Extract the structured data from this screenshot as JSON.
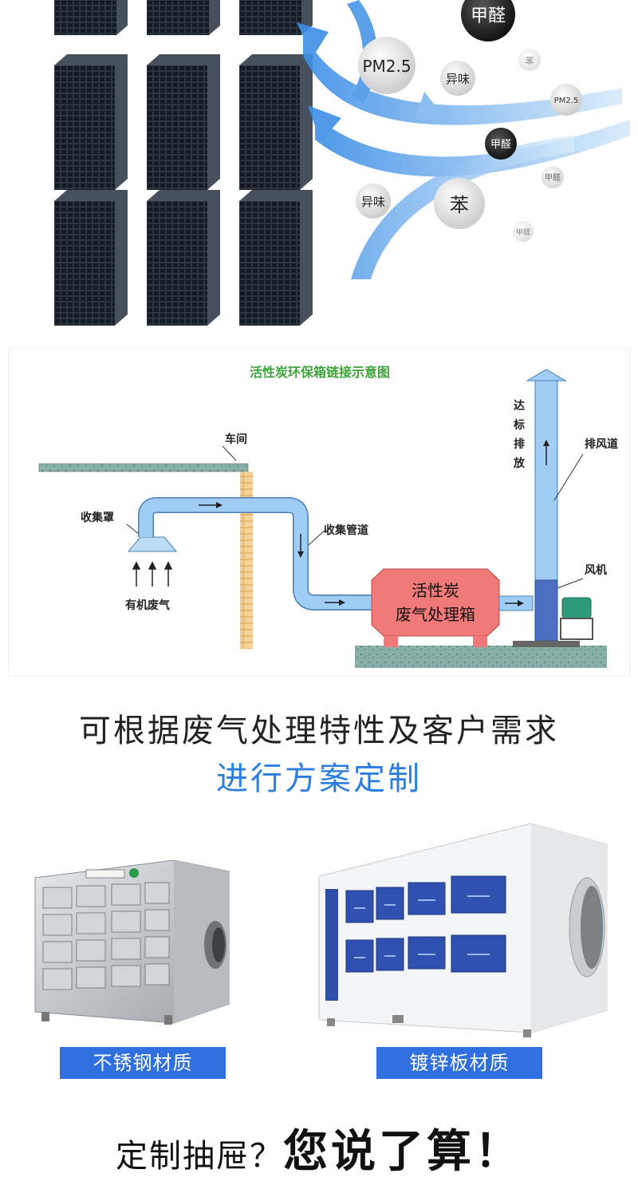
{
  "hero": {
    "bubbles": [
      {
        "text": "甲醛"
      },
      {
        "text": "PM2.5"
      },
      {
        "text": "异味"
      },
      {
        "text": "苯"
      },
      {
        "text": "PM2.5"
      },
      {
        "text": "甲醛"
      },
      {
        "text": "甲醛"
      },
      {
        "text": "异味"
      },
      {
        "text": "苯"
      },
      {
        "text": "甲醛"
      }
    ]
  },
  "diagram": {
    "title": "活性炭环保箱链接示意图",
    "workshop": "车间",
    "hood": "收集罩",
    "gas": "有机废气",
    "pipe": "收集管道",
    "box_line1": "活性炭",
    "box_line2": "废气处理箱",
    "chimney": "排风道",
    "fan": "风机",
    "emit": [
      "达",
      "标",
      "排",
      "放"
    ]
  },
  "headline": {
    "line1": "可根据废气处理特性及客户需求",
    "line2": "进行方案定制"
  },
  "products": {
    "steel_label": "不锈钢材质",
    "galv_label": "镀锌板材质"
  },
  "slogan": {
    "part_a": "定制抽屉？",
    "part_b": "您说了算！"
  },
  "colors": {
    "accent_blue": "#2b7de0",
    "tag_blue": "#2f6fe0",
    "title_green": "#3da33a",
    "duct_blue": "#8fc4f2",
    "box_red": "#f07a78"
  }
}
